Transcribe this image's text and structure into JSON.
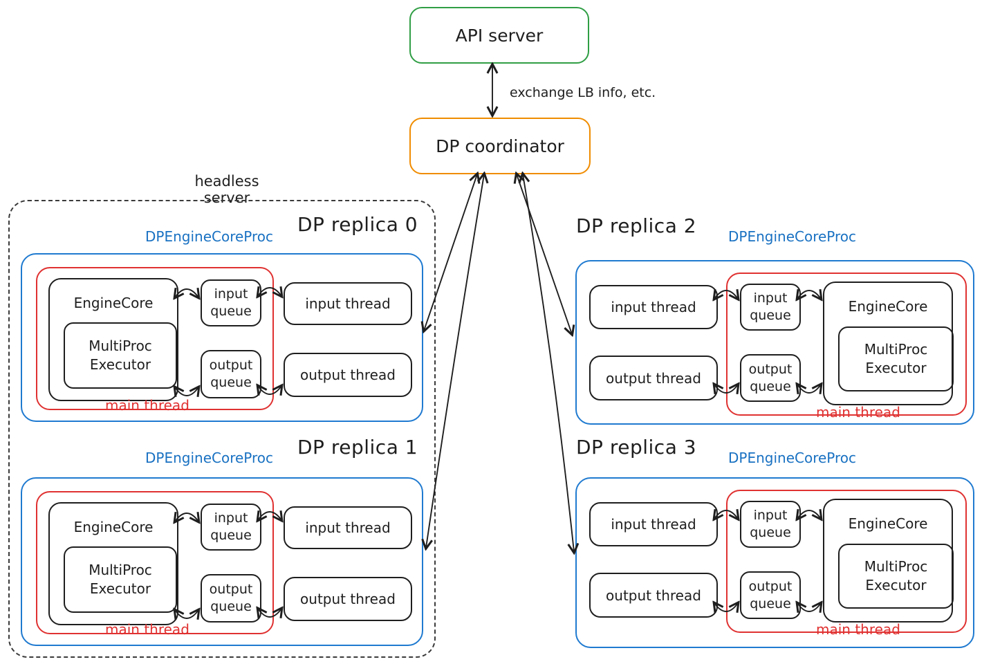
{
  "palette": {
    "background": "#ffffff",
    "black": "#1e1e1e",
    "green": "#2f9e44",
    "orange": "#f08c00",
    "blue": "#1971c2",
    "red": "#e03131"
  },
  "top_section": {
    "api_server_label": "API server",
    "coordinator_label": "DP coordinator",
    "exchange_label": "exchange LB info, etc."
  },
  "headless_group": {
    "label": "headless server"
  },
  "replicas": [
    {
      "title": "DP replica 0",
      "proc_label": "DPEngineCoreProc",
      "engine_core_label": "EngineCore",
      "executor_label": "MultiProc Executor",
      "input_queue_label": "input queue",
      "output_queue_label": "output queue",
      "input_thread_label": "input thread",
      "output_thread_label": "output thread",
      "main_thread_label": "main thread"
    },
    {
      "title": "DP replica 1",
      "proc_label": "DPEngineCoreProc",
      "engine_core_label": "EngineCore",
      "executor_label": "MultiProc Executor",
      "input_queue_label": "input queue",
      "output_queue_label": "output queue",
      "input_thread_label": "input thread",
      "output_thread_label": "output thread",
      "main_thread_label": "main thread"
    },
    {
      "title": "DP replica 2",
      "proc_label": "DPEngineCoreProc",
      "engine_core_label": "EngineCore",
      "executor_label": "MultiProc Executor",
      "input_queue_label": "input queue",
      "output_queue_label": "output queue",
      "input_thread_label": "input thread",
      "output_thread_label": "output thread",
      "main_thread_label": "main thread"
    },
    {
      "title": "DP replica 3",
      "proc_label": "DPEngineCoreProc",
      "engine_core_label": "EngineCore",
      "executor_label": "MultiProc Executor",
      "input_queue_label": "input queue",
      "output_queue_label": "output queue",
      "input_thread_label": "input thread",
      "output_thread_label": "output thread",
      "main_thread_label": "main thread"
    }
  ]
}
